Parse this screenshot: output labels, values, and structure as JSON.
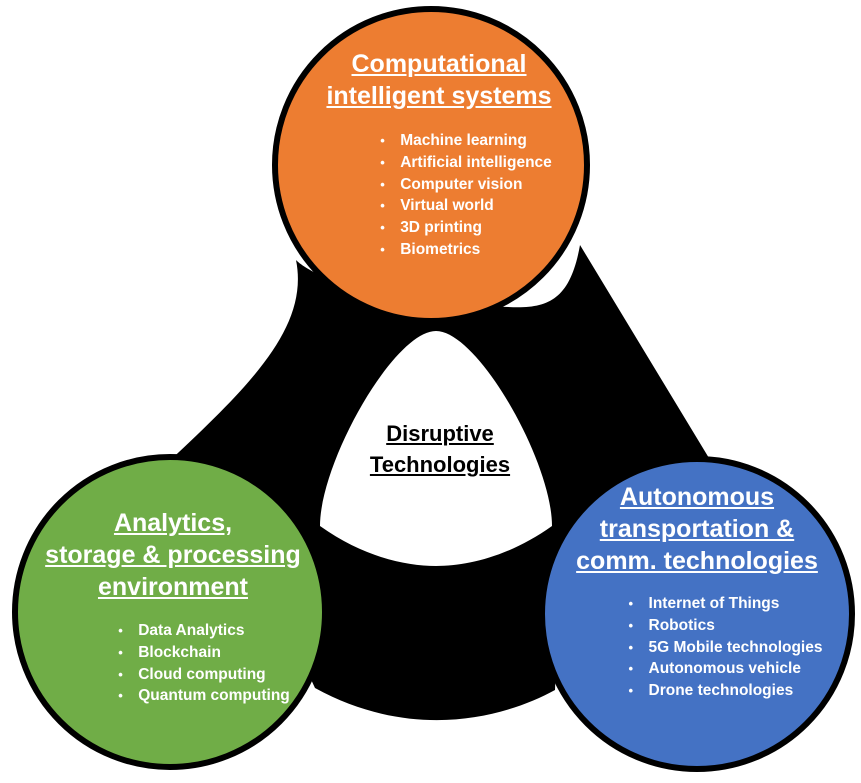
{
  "center": {
    "title_line1": "Disruptive",
    "title_line2": "Technologies"
  },
  "top": {
    "title_line1": "Computational",
    "title_line2": "intelligent systems",
    "color": "#ED7D31",
    "items": [
      "Machine learning",
      "Artificial intelligence",
      "Computer vision",
      "Virtual world",
      "3D printing",
      "Biometrics"
    ]
  },
  "left": {
    "title_line1": "Analytics,",
    "title_line2": "storage & processing",
    "title_line3": "environment",
    "color": "#70AD47",
    "items": [
      "Data Analytics",
      "Blockchain",
      "Cloud computing",
      "Quantum computing"
    ]
  },
  "right": {
    "title_line1": "Autonomous",
    "title_line2": "transportation &",
    "title_line3": "comm. technologies",
    "color": "#4472C4",
    "items": [
      "Internet of Things",
      "Robotics",
      "5G Mobile technologies",
      "Autonomous vehicle",
      "Drone technologies"
    ]
  },
  "bullet_glyph": "•"
}
